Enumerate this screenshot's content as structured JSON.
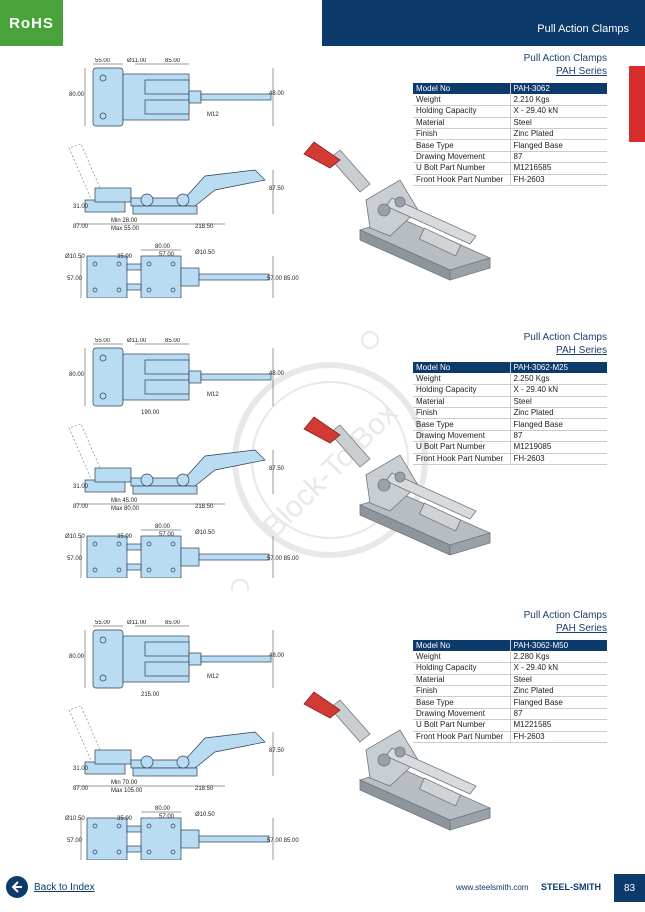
{
  "badge": "RoHS",
  "header": {
    "title": "Pull Action Clamps"
  },
  "watermark": "Block-To Box",
  "colors": {
    "navy": "#0b3a6b",
    "accent_red": "#d62b2b",
    "rohs_green": "#4aa33a",
    "drawing_blue": "#b9dcf2"
  },
  "products": [
    {
      "section_title": "Pull Action Clamps",
      "series": "PAH Series",
      "specs": [
        {
          "label": "Model No",
          "value": "PAH-3062"
        },
        {
          "label": "Weight",
          "value": "2.210 Kgs"
        },
        {
          "label": "Holding Capacity",
          "value": "X - 29.40 kN"
        },
        {
          "label": "Material",
          "value": "Steel"
        },
        {
          "label": "Finish",
          "value": "Zinc Plated"
        },
        {
          "label": "Base Type",
          "value": "Flanged Base"
        },
        {
          "label": "Drawing Movement",
          "value": "87"
        },
        {
          "label": "U Bolt Part Number",
          "value": "M1216585"
        },
        {
          "label": "Front Hook Part Number",
          "value": "FH-2603"
        }
      ],
      "dims": {
        "d55": "55.00",
        "d11": "Ø11.00",
        "d85": "85.00",
        "d80": "80.00",
        "d48": "48.00",
        "len": "",
        "thread": "M12",
        "d87_5": "87.50",
        "d31": "31.00",
        "d87": "87.00",
        "min": "Min 28.00",
        "max": "Max 55.00",
        "d218": "218.50",
        "b80": "80.00",
        "h10a": "Ø10.50",
        "b35": "35.00",
        "b57": "57.00",
        "h10b": "Ø10.50",
        "s57": "57.00",
        "s5785": "57.00 85.00"
      }
    },
    {
      "section_title": "Pull Action Clamps",
      "series": "PAH Series",
      "specs": [
        {
          "label": "Model No",
          "value": "PAH-3062-M25"
        },
        {
          "label": "Weight",
          "value": "2.250 Kgs"
        },
        {
          "label": "Holding Capacity",
          "value": "X - 29.40 kN"
        },
        {
          "label": "Material",
          "value": "Steel"
        },
        {
          "label": "Finish",
          "value": "Zinc Plated"
        },
        {
          "label": "Base Type",
          "value": "Flanged Base"
        },
        {
          "label": "Drawing Movement",
          "value": "87"
        },
        {
          "label": "U Bolt Part Number",
          "value": "M1219085"
        },
        {
          "label": "Front Hook Part Number",
          "value": "FH-2603"
        }
      ],
      "dims": {
        "d55": "55.00",
        "d11": "Ø11.00",
        "d85": "85.00",
        "d80": "80.00",
        "d48": "48.00",
        "len": "190.00",
        "thread": "M12",
        "d87_5": "87.50",
        "d31": "31.00",
        "d87": "87.00",
        "min": "Min 45.00",
        "max": "Max 80.00",
        "d218": "218.50",
        "b80": "80.00",
        "h10a": "Ø10.50",
        "b35": "35.00",
        "b57": "57.00",
        "h10b": "Ø10.50",
        "s57": "57.00",
        "s5785": "57.00 85.00"
      }
    },
    {
      "section_title": "Pull Action Clamps",
      "series": "PAH Series",
      "specs": [
        {
          "label": "Model No",
          "value": "PAH-3062-M50"
        },
        {
          "label": "Weight",
          "value": "2.280 Kgs"
        },
        {
          "label": "Holding Capacity",
          "value": "X - 29.40 kN"
        },
        {
          "label": "Material",
          "value": "Steel"
        },
        {
          "label": "Finish",
          "value": "Zinc Plated"
        },
        {
          "label": "Base Type",
          "value": "Flanged Base"
        },
        {
          "label": "Drawing Movement",
          "value": "87"
        },
        {
          "label": "U Bolt Part Number",
          "value": "M1221585"
        },
        {
          "label": "Front Hook Part Number",
          "value": "FH-2603"
        }
      ],
      "dims": {
        "d55": "55.00",
        "d11": "Ø11.00",
        "d85": "85.00",
        "d80": "80.00",
        "d48": "48.00",
        "len": "215.00",
        "thread": "M12",
        "d87_5": "87.50",
        "d31": "31.00",
        "d87": "87.00",
        "min": "Min 70.00",
        "max": "Max 105.00",
        "d218": "218.50",
        "b80": "80.00",
        "h10a": "Ø10.50",
        "b35": "35.00",
        "b57": "57.00",
        "h10b": "Ø10.50",
        "s57": "57.00",
        "s5785": "57.00 85.00"
      }
    }
  ],
  "footer": {
    "back_link": "Back to Index",
    "website": "www.steelsmith.com",
    "brand": "STEEL-SMITH",
    "page_number": "83"
  }
}
